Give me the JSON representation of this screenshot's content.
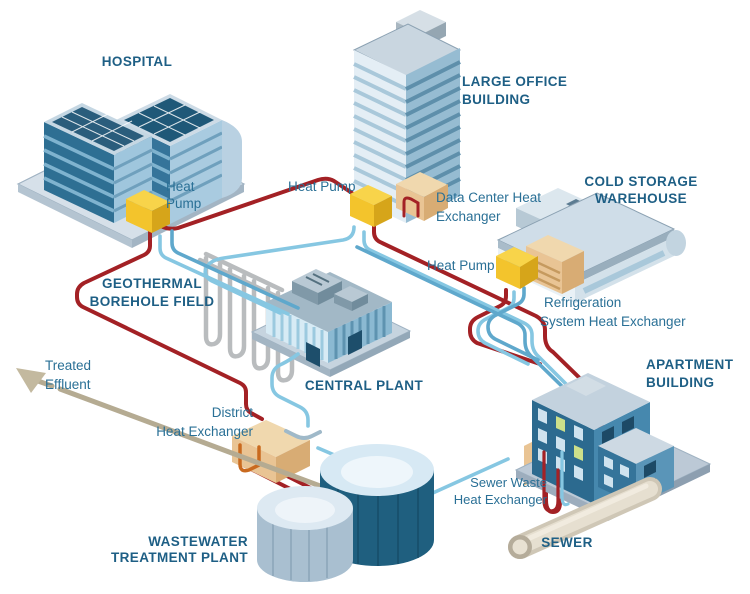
{
  "diagram_title": "District energy system diagram",
  "labels": {
    "hospital": "HOSPITAL",
    "large_office_line1": "LARGE OFFICE",
    "large_office_line2": "BUILDING",
    "cold_storage_line1": "COLD STORAGE",
    "cold_storage_line2": "WAREHOUSE",
    "apartment_line1": "APARTMENT",
    "apartment_line2": "BUILDING",
    "central_plant": "CENTRAL PLANT",
    "geothermal_line1": "GEOTHERMAL",
    "geothermal_line2": "BOREHOLE FIELD",
    "wastewater_line1": "WASTEWATER",
    "wastewater_line2": "TREATMENT PLANT",
    "sewer": "SEWER",
    "heat_pump_hospital_line1": "Heat",
    "heat_pump_hospital_line2": "Pump",
    "heat_pump_office": "Heat Pump",
    "heat_pump_cold_storage": "Heat Pump",
    "data_center_hx_line1": "Data Center Heat",
    "data_center_hx_line2": "Exchanger",
    "refrigeration_hx_line1": "Refrigeration",
    "refrigeration_hx_line2": "System Heat Exchanger",
    "district_hx_line1": "District",
    "district_hx_line2": "Heat Exchanger",
    "sewer_waste_hx_line1": "Sewer Waste",
    "sewer_waste_hx_line2": "Heat Exchanger",
    "treated_effluent_line1": "Treated",
    "treated_effluent_line2": "Effluent"
  },
  "colors": {
    "hot_pipe": "#A32125",
    "cool_pipe_light": "#86C7E2",
    "cool_pipe_dark": "#5FA8CC",
    "heat_pump": "#F3C42C",
    "heat_exchanger": "#E9C494",
    "orange_coil": "#C96A1F",
    "cool_coil": "#9FB9C9",
    "borehole_loop": "#B9BCBE",
    "effluent_line": "#B5AB92",
    "sewer_pipe": "#CFC7B6",
    "label_bold": "#1E5F85",
    "label_regular": "#2A7096",
    "building_dark": "#2E6F93",
    "building_light": "#D9E8F2"
  }
}
